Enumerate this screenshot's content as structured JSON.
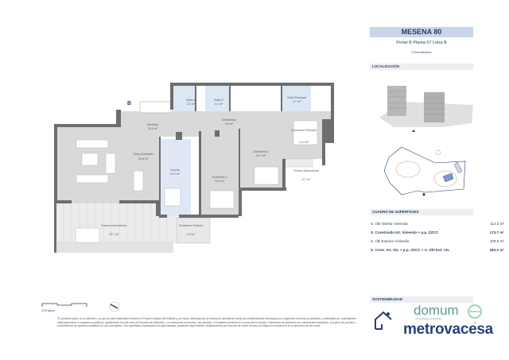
{
  "header": {
    "title": "MESENA 80",
    "unit": "Portal B Planta 07 Letra B",
    "bedrooms": "3 Dormitorio/s"
  },
  "location": {
    "section_title": "LOCALIZACIÓN"
  },
  "surfaces": {
    "section_title": "CUADRO DE SUPERFICIES",
    "rows": [
      {
        "label": "S. Útil Interior Vivienda",
        "value": "112.3 m²",
        "bold": false
      },
      {
        "label": "S. Construida Int. Vivienda + p.p. ZZCC",
        "value": "173.7 m²",
        "bold": true
      },
      {
        "label": "S. Útil Exterior Vivienda",
        "value": "108.5 m²",
        "bold": false
      },
      {
        "label": "S. Cons. Int. Viv. + p.p. ZZCC + S. Útil Ext. Viv.",
        "value": "282.2 m²",
        "bold": true
      }
    ]
  },
  "sustainability": {
    "section_title": "SOSTENIBILIDAD",
    "domum": "domum",
    "domum_sub": "comunidades sostenibles",
    "breeam": "BREEAM ES",
    "brand": "metrovacesa"
  },
  "plan": {
    "portal_letter": "B",
    "scale_label": "1/75 aprox",
    "rooms": [
      {
        "name": "Baño 1",
        "area": "3.5 m²"
      },
      {
        "name": "Baño 2",
        "area": "4.1 m²"
      },
      {
        "name": "Baño Principal",
        "area": "4.7 m²"
      },
      {
        "name": "Vestíbulo",
        "area": "10.4 m²"
      },
      {
        "name": "Distribuidor",
        "area": "3.5 m²"
      },
      {
        "name": "Dormitorio Principal",
        "area": "14.4 m²"
      },
      {
        "name": "Dormitorio 2",
        "area": "10.1 m²"
      },
      {
        "name": "Dormitorio 3",
        "area": "13.9 m²"
      },
      {
        "name": "Salón-Comedor",
        "area": "29.8 m²"
      },
      {
        "name": "Cocina",
        "area": "13.2 m²"
      },
      {
        "name": "Terraza Descubierta",
        "area": "0.7 m²"
      },
      {
        "name": "Terraza Descubierta",
        "area": "22.1 m²"
      },
      {
        "name": "Tendedero Exterior",
        "area": "1.8 m²"
      }
    ]
  },
  "disclaimer": "\"El presente plano no es definitivo, ya que ha sido elaborado conforme al Proyecto Básico del Edificio y, por tanto, Metrovacesa se reserva la facultad de incluir las modificaciones necesarias por exigencias técnicas y/o jurídicas u ordenadas por cualesquiera administraciones u organismos públicos, ajustándose en todo caso al Proyecto de Ejecución. Los elementos accesorios, por ejemplo, el mobiliario (incluido en la zona de la cocina) o elementos de jardinería son meramente ilustrativos. Los giros de puertas y la distribución de aparatos sanitarios no son vinculantes. Las superficies expresadas son aproximadas, pudiendo experimentar modificaciones por razones de índole técnica y/o legal en el desarrollo de la ejecución de las obras.\"",
  "colors": {
    "navy": "#2b3d6b",
    "title_bar": "#c9d6ea",
    "wall": "#6e6e6e",
    "floor": "#d9d9d9",
    "wet_room": "#dde6f3"
  }
}
